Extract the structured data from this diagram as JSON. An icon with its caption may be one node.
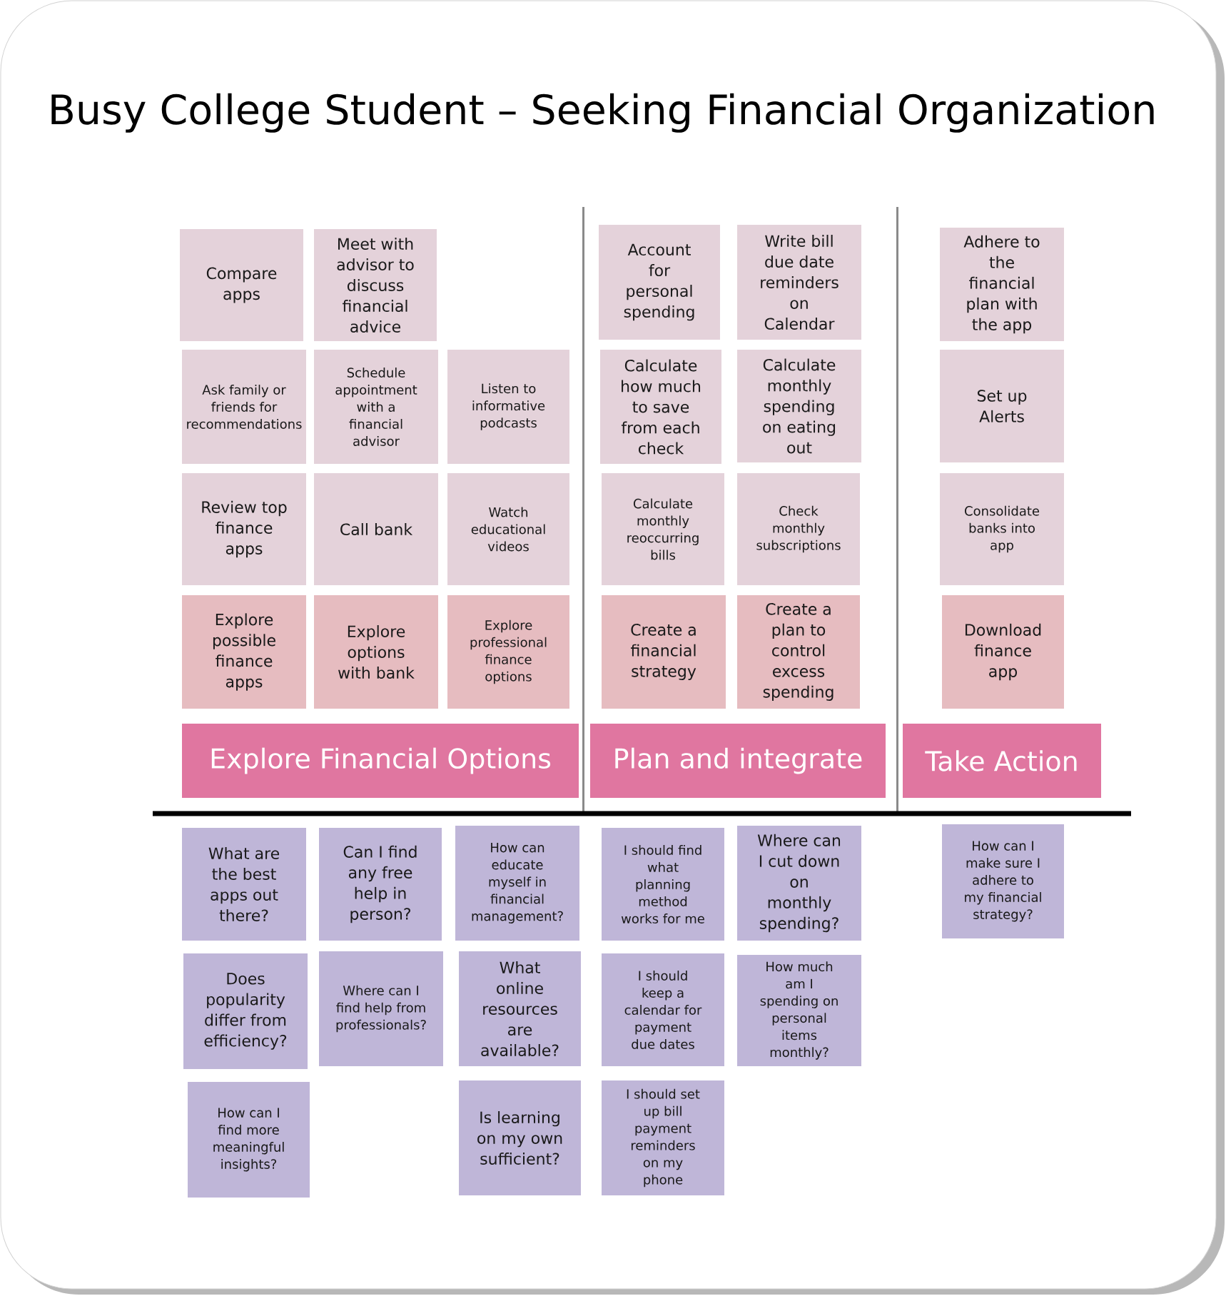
{
  "diagram": {
    "title": "Busy College Student – Seeking Financial Organization",
    "nodes": [
      {
        "text": [
          "Compare apps"
        ]
      },
      {
        "text": [
          "Meet with advisor to discuss financial advice"
        ]
      },
      {
        "text": [
          "Account for personal spending"
        ]
      },
      {
        "text": [
          "Write bill due date reminders on Calendar"
        ]
      },
      {
        "text": [
          "Adhere to the financial plan with the app"
        ]
      },
      {
        "text": [
          "Ask family or friends for recommendations"
        ]
      },
      {
        "text": [
          "Schedule appointment with a financial advisor"
        ]
      },
      {
        "text": [
          "Listen to informative podcasts"
        ]
      },
      {
        "text": [
          "Calculate how much to save from each check"
        ]
      },
      {
        "text": [
          "Calculate monthly spending on eating out"
        ]
      },
      {
        "text": [
          "Set up Alerts"
        ]
      },
      {
        "text": [
          "Review top finance apps"
        ]
      },
      {
        "text": [
          "Call bank"
        ]
      },
      {
        "text": [
          "Watch educational videos"
        ]
      },
      {
        "text": [
          "Calculate monthly reoccurring bills"
        ]
      },
      {
        "text": [
          "Check monthly subscriptions"
        ]
      },
      {
        "text": [
          "Consolidate banks into app"
        ]
      },
      {
        "text": [
          "Explore possible finance apps"
        ]
      },
      {
        "text": [
          "Explore options with bank"
        ]
      },
      {
        "text": [
          "Explore professional finance options"
        ]
      },
      {
        "text": [
          "Create a financial strategy"
        ]
      },
      {
        "text": [
          "Create a plan to control excess spending"
        ]
      },
      {
        "text": [
          "Download finance app"
        ]
      },
      {
        "text": [
          "Explore Financial Options"
        ]
      },
      {
        "text": [
          "Plan and integrate"
        ]
      },
      {
        "text": [
          "Take Action"
        ]
      },
      {
        "text": [
          "What are the best apps out there?"
        ]
      },
      {
        "text": [
          "Can I find any free help in person?"
        ]
      },
      {
        "text": [
          "How can educate myself in financial management?"
        ]
      },
      {
        "text": [
          "I should find what planning method works for me"
        ]
      },
      {
        "text": [
          "Where can I cut down on monthly spending?"
        ]
      },
      {
        "text": [
          "How can I make sure I adhere to my financial strategy?"
        ]
      },
      {
        "text": [
          "Does popularity differ from efficiency?"
        ]
      },
      {
        "text": [
          "Where can I find help from professionals?"
        ]
      },
      {
        "text": [
          "What online resources are available?"
        ]
      },
      {
        "text": [
          "I should keep a calendar for payment due dates"
        ]
      },
      {
        "text": [
          "How much am I spending on personal items monthly?"
        ]
      },
      {
        "text": [
          "How can I find more meaningful insights?"
        ]
      },
      {
        "text": [
          "Is learning on my own sufficient?"
        ]
      },
      {
        "text": [
          "I should set up bill payment reminders on my phone"
        ]
      }
    ]
  }
}
